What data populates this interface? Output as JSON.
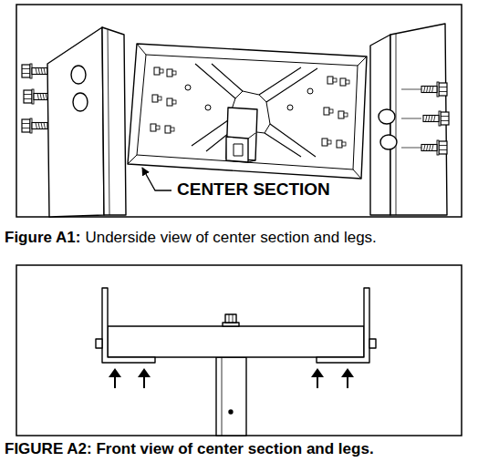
{
  "diagram": {
    "labels": [
      "CENTER SECTION",
      "Figure A1:",
      "Underside view of center section and legs.",
      "FIGURE A2: Front view of center section and legs."
    ]
  }
}
